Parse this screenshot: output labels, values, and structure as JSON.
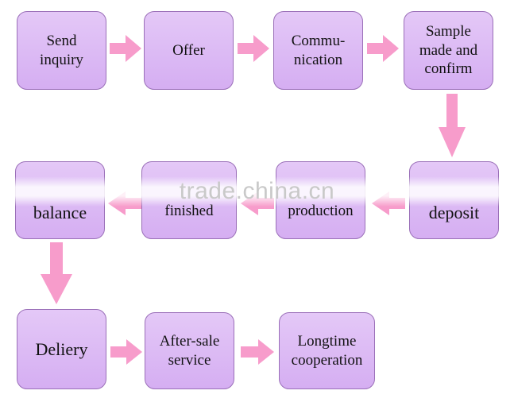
{
  "steps": {
    "send_inquiry": "Send\ninquiry",
    "offer": "Offer",
    "communication": "Commu-\nnication",
    "sample": "Sample\nmade and\nconfirm",
    "deposit": "deposit",
    "production": "production",
    "finished": "finished",
    "balance": "balance",
    "delivery": "Deliery",
    "after_sale": "After-sale\nservice",
    "longtime": "Longtime\ncooperation"
  },
  "watermark": "trade.china.cn",
  "colors": {
    "box_fill": "#dcbaf4",
    "box_border": "#9a6fb8",
    "arrow": "#f79ccb"
  }
}
